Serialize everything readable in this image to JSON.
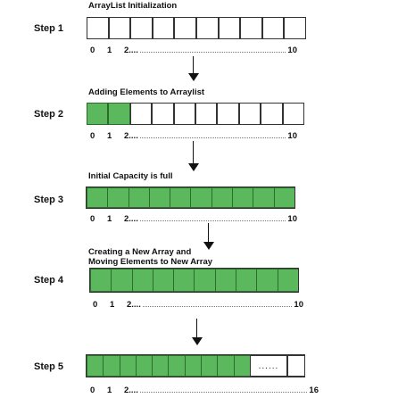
{
  "steps": [
    {
      "label": "Step 1",
      "caption": "ArrayList Initialization",
      "index_labels": [
        "0",
        "1",
        "2...."
      ],
      "end_index": "10"
    },
    {
      "label": "Step 2",
      "caption": "Adding Elements to Arraylist",
      "index_labels": [
        "0",
        "1",
        "2...."
      ],
      "end_index": "10"
    },
    {
      "label": "Step 3",
      "caption": "Initial Capacity is full",
      "index_labels": [
        "0",
        "1",
        "2...."
      ],
      "end_index": "10"
    },
    {
      "label": "Step 4",
      "caption_line1": "Creating a New Array and",
      "caption_line2": "Moving Elements to New Array",
      "index_labels": [
        "0",
        "1",
        "2...."
      ],
      "end_index": "10"
    },
    {
      "label": "Step 5",
      "index_labels": [
        "0",
        "1",
        "2...."
      ],
      "end_index": "16",
      "extension_dots": "......"
    }
  ],
  "colors": {
    "filled": "#5cb85c",
    "empty": "#ffffff",
    "border": "#333333"
  },
  "cells": {
    "step1_filled": 0,
    "step1_total": 10,
    "step2_filled": 2,
    "step2_total": 10,
    "step3_filled": 10,
    "step3_total": 10,
    "step4_filled": 10,
    "step4_total": 10,
    "step5_filled": 10,
    "step5_total": 16
  }
}
